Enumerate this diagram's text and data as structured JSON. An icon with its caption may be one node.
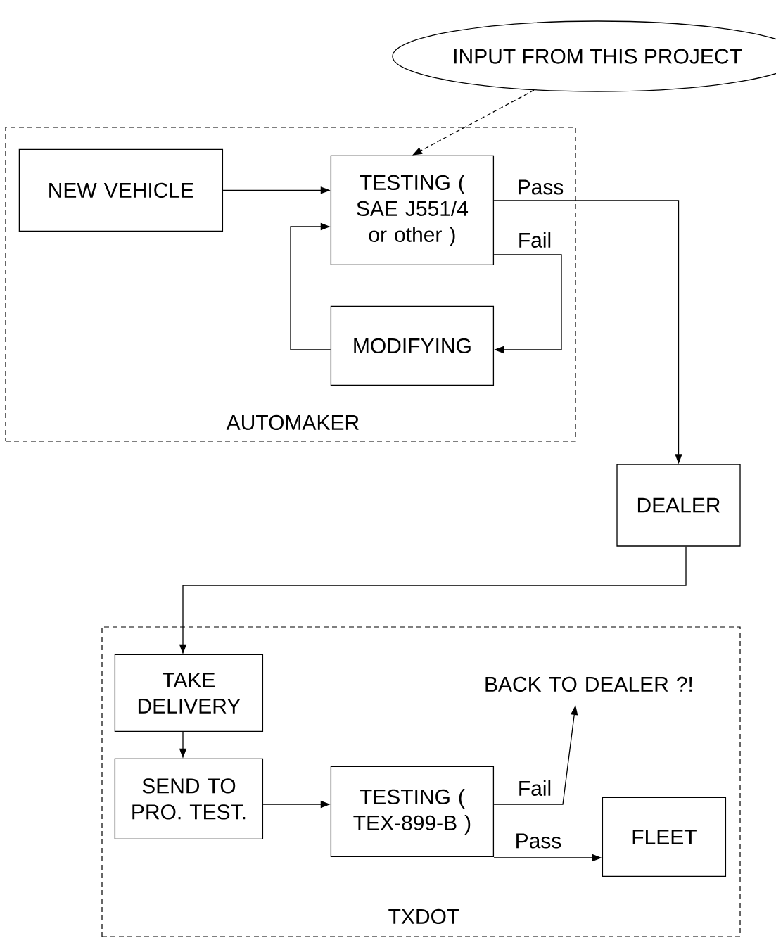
{
  "diagram": {
    "nodes": [
      {
        "text": [
          "INPUT FROM THIS PROJECT"
        ]
      },
      {
        "text": [
          "AUTOMAKER"
        ]
      },
      {
        "text": [
          "NEW VEHICLE"
        ],
        "in": 1
      },
      {
        "text": [
          "TESTING ( SAE J551/4 or other )"
        ],
        "in": 1
      },
      {
        "text": [
          "MODIFYING"
        ],
        "in": 1
      },
      {
        "text": [
          "DEALER"
        ]
      },
      {
        "text": [
          "TXDOT"
        ]
      },
      {
        "text": [
          "TAKE DELIVERY"
        ],
        "in": 6
      },
      {
        "text": [
          "SEND TO PRO. TEST."
        ],
        "in": 6
      },
      {
        "text": [
          "TESTING ( TEX-899-B )"
        ],
        "in": 6
      },
      {
        "text": [
          "BACK TO DEALER ?!"
        ],
        "in": 6
      },
      {
        "text": [
          "FLEET"
        ],
        "in": 6
      }
    ],
    "edges": [
      {
        "from": 0,
        "to": 3,
        "arrow": "to",
        "style": "dashed"
      },
      {
        "from": 2,
        "to": 3,
        "arrow": "to"
      },
      {
        "from": 3,
        "to": 5,
        "arrow": "to",
        "label": "Pass"
      },
      {
        "from": 3,
        "to": 4,
        "arrow": "to",
        "label": "Fail"
      },
      {
        "from": 4,
        "to": 3,
        "arrow": "to"
      },
      {
        "from": 5,
        "to": 7,
        "arrow": "to"
      },
      {
        "from": 7,
        "to": 8,
        "arrow": "to"
      },
      {
        "from": 8,
        "to": 9,
        "arrow": "to"
      },
      {
        "from": 9,
        "to": 10,
        "arrow": "to",
        "label": "Fail"
      },
      {
        "from": 9,
        "to": 11,
        "arrow": "to",
        "label": "Pass"
      }
    ]
  }
}
